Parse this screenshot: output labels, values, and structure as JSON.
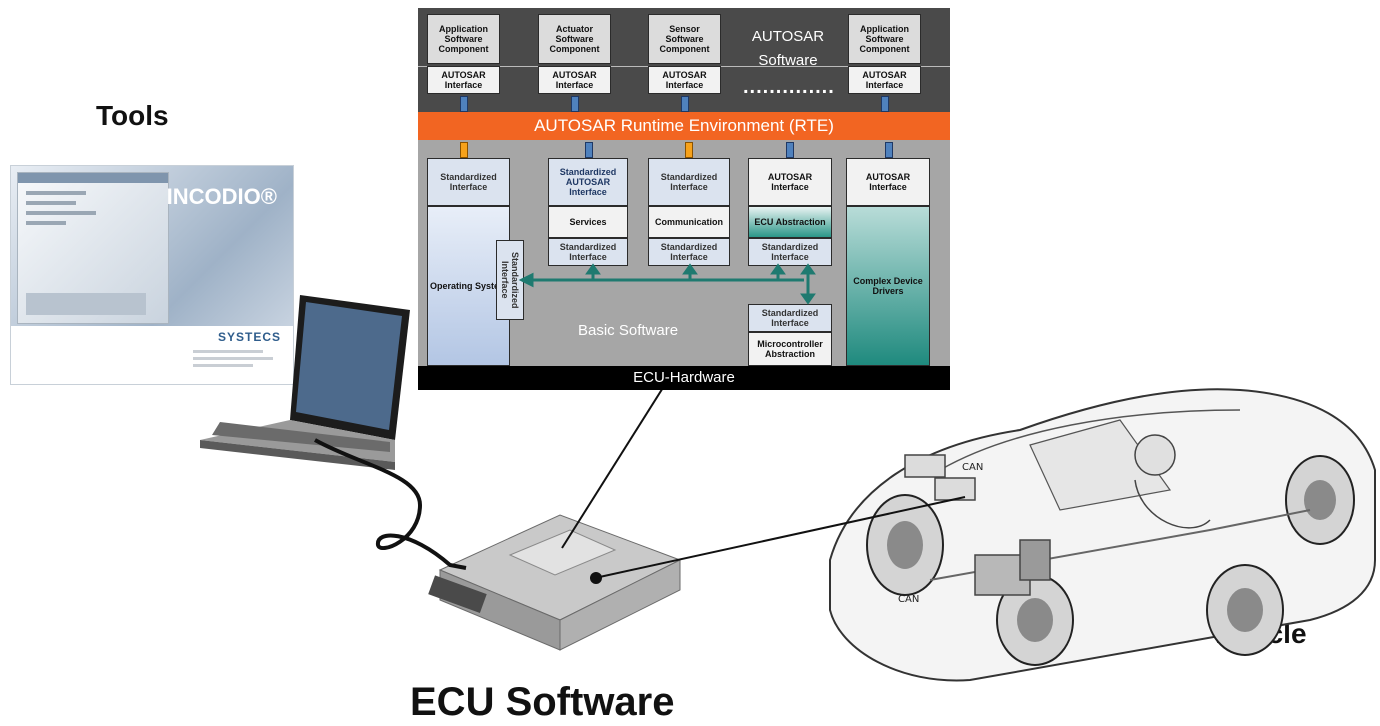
{
  "labels": {
    "tools": "Tools",
    "vehicle": "Vehicle",
    "ecu_software": "ECU Software"
  },
  "autosar": {
    "software_label_1": "AUTOSAR",
    "software_label_2": "Software",
    "swc": [
      {
        "name": "Application Software Component",
        "interface": "AUTOSAR Interface"
      },
      {
        "name": "Actuator Software Component",
        "interface": "AUTOSAR Interface"
      },
      {
        "name": "Sensor Software Component",
        "interface": "AUTOSAR Interface"
      },
      {
        "name": "Application Software Component",
        "interface": "AUTOSAR Interface"
      }
    ],
    "ellipsis": "..............",
    "rte": "AUTOSAR Runtime Environment (RTE)",
    "basic_software": "Basic Software",
    "ecu_hardware": "ECU-Hardware",
    "bsw": {
      "os_interface": "Standardized Interface",
      "os": "Operating System",
      "os_side_interface": "Standardized Interface",
      "services_interface": "Standardized AUTOSAR Interface",
      "services": "Services",
      "services_bottom": "Standardized Interface",
      "comm_interface": "Standardized Interface",
      "communication": "Communication",
      "comm_bottom": "Standardized Interface",
      "ecua_interface": "AUTOSAR Interface",
      "ecu_abstraction": "ECU Abstraction",
      "ecua_bottom": "Standardized Interface",
      "mcal_interface": "Standardized Interface",
      "mcal": "Microcontroller Abstraction",
      "cdd_interface": "AUTOSAR Interface",
      "cdd": "Complex Device Drivers"
    }
  },
  "product": {
    "brand": "INCODIO®",
    "company": "SYSTECS"
  },
  "vehicle_tags": {
    "can_1": "CAN",
    "can_2": "CAN"
  },
  "colors": {
    "rte": "#f26522",
    "sw_zone": "#4a4a4a",
    "bsw_zone": "#a6a6a6",
    "hardware": "#000000",
    "bus": "#1f7a70"
  }
}
